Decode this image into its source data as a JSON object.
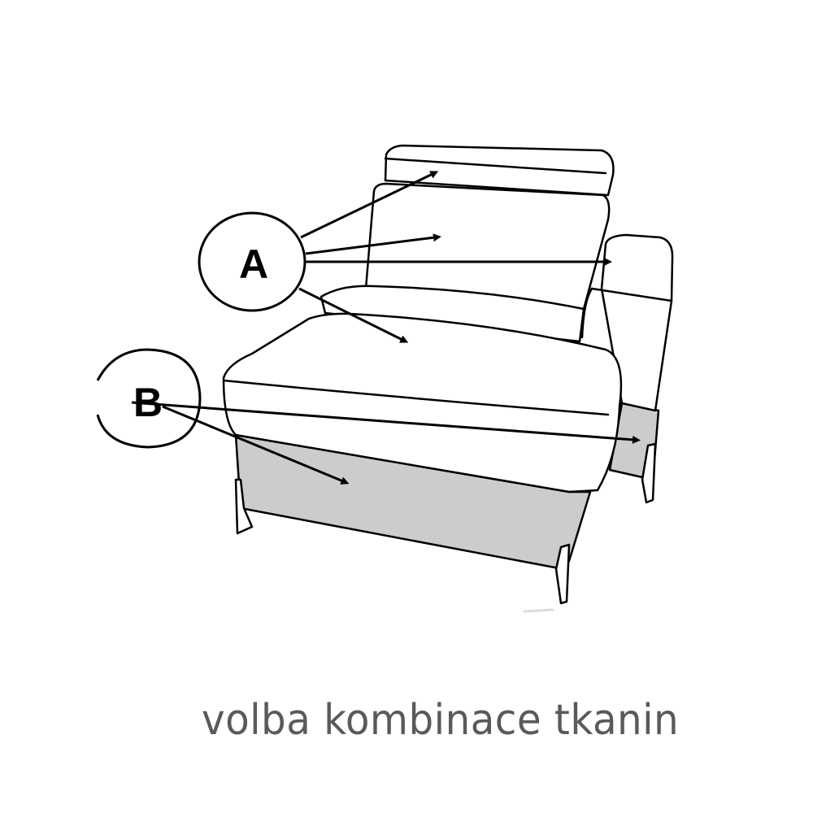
{
  "diagram": {
    "subject": "sofa-chaise-module",
    "labels": [
      {
        "id": "A",
        "text": "A",
        "targets": [
          "headrest",
          "backrest",
          "armrest",
          "seat-cushion"
        ]
      },
      {
        "id": "B",
        "text": "B",
        "targets": [
          "base-right",
          "base-front"
        ]
      }
    ],
    "colors": {
      "line": "#000000",
      "fabric_b": "#cccccc",
      "fabric_a": "#ffffff",
      "caption": "#5a5a5a"
    }
  },
  "caption": "volba kombinace tkanin"
}
